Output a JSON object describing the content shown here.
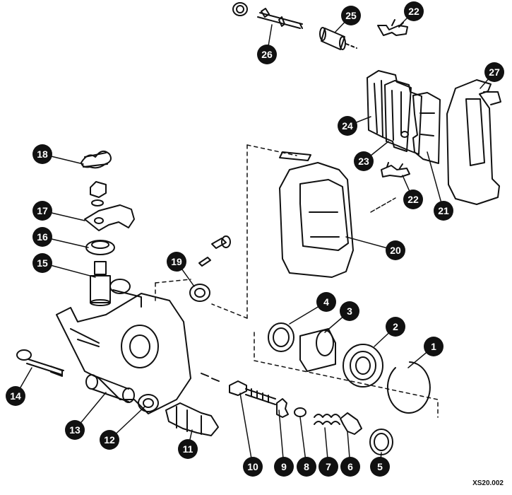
{
  "diagram": {
    "code": "XS20.002",
    "callouts": [
      "1",
      "2",
      "3",
      "4",
      "5",
      "6",
      "7",
      "8",
      "9",
      "10",
      "11",
      "12",
      "13",
      "14",
      "15",
      "16",
      "17",
      "18",
      "19",
      "20",
      "21",
      "22",
      "22",
      "23",
      "24",
      "25",
      "26",
      "27"
    ]
  }
}
